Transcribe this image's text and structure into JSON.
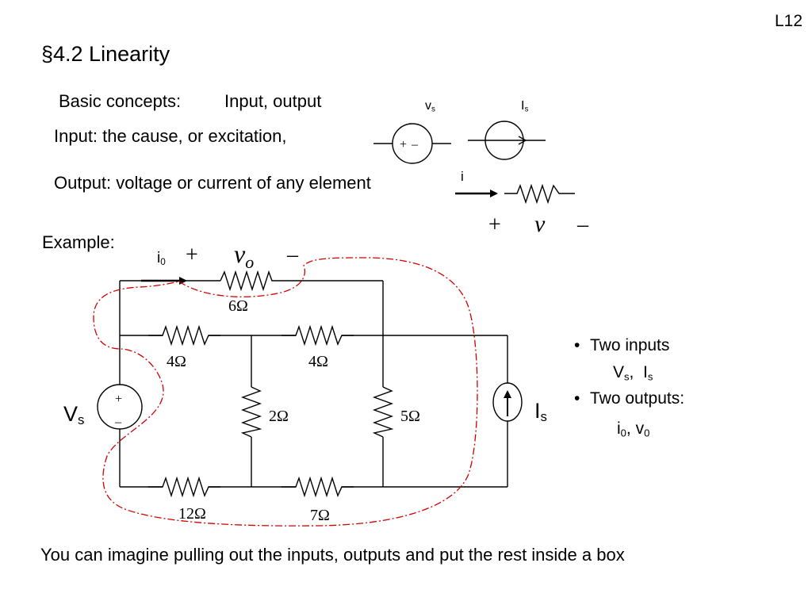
{
  "slide": {
    "page_label": "L12",
    "title": "§4.2  Linearity",
    "basic_concepts_label": "Basic concepts:",
    "basic_concepts_value": "Input, output",
    "input_line": "Input:  the cause, or excitation,",
    "output_line": "Output: voltage or current of any element",
    "example_label": "Example:",
    "bottom_note": "You can imagine pulling out the inputs, outputs and put the rest inside a box"
  },
  "legend": {
    "vs_main": "v",
    "vs_sub": "s",
    "is_main": "I",
    "is_sub": "s",
    "vsource_plus": "+",
    "vsource_minus": "–",
    "current_label": "i",
    "voltage_plus": "+",
    "voltage_symbol": "v",
    "voltage_minus": "–"
  },
  "circuit": {
    "i0_main": "i",
    "i0_sub": "0",
    "vo_plus": "+",
    "vo_main": "v",
    "vo_sub": "o",
    "vo_minus": "–",
    "r_6": "6Ω",
    "r_4_left": "4Ω",
    "r_4_right": "4Ω",
    "r_2": "2Ω",
    "r_5": "5Ω",
    "r_12": "12Ω",
    "r_7": "7Ω",
    "src_plus": "+",
    "src_minus": "–",
    "vs_main": "V",
    "vs_sub": "s",
    "is_main": "I",
    "is_sub": "s"
  },
  "bullets": {
    "b1": "Two inputs",
    "b1_vs_main": "V",
    "b1_vs_sub": "s",
    "b1_sep": ",  ",
    "b1_is_main": "I",
    "b1_is_sub": "s",
    "b2": "Two outputs:",
    "b2_i_main": "i",
    "b2_i_sub": "0",
    "b2_sep": ", ",
    "b2_v_main": "v",
    "b2_v_sub": "0"
  },
  "colors": {
    "wire": "#000000",
    "boundary": "#d00000"
  }
}
